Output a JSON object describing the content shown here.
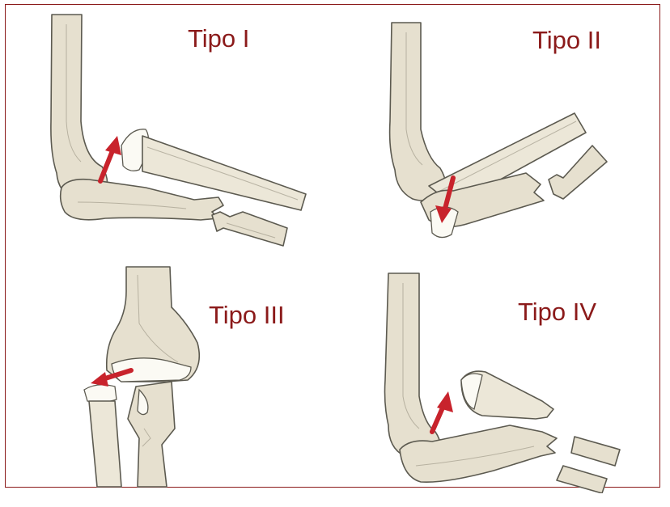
{
  "figure": {
    "colors": {
      "frame": "#8b1a1a",
      "label": "#8b1a1a",
      "arrow": "#c8232c",
      "bone_fill": "#e6e0cf",
      "bone_outline": "#5c5a50",
      "cartilage": "#fbfaf4"
    },
    "panels": [
      {
        "label": "Tipo I",
        "arrow_direction": "up"
      },
      {
        "label": "Tipo II",
        "arrow_direction": "down"
      },
      {
        "label": "Tipo III",
        "arrow_direction": "left"
      },
      {
        "label": "Tipo IV",
        "arrow_direction": "up"
      }
    ]
  }
}
